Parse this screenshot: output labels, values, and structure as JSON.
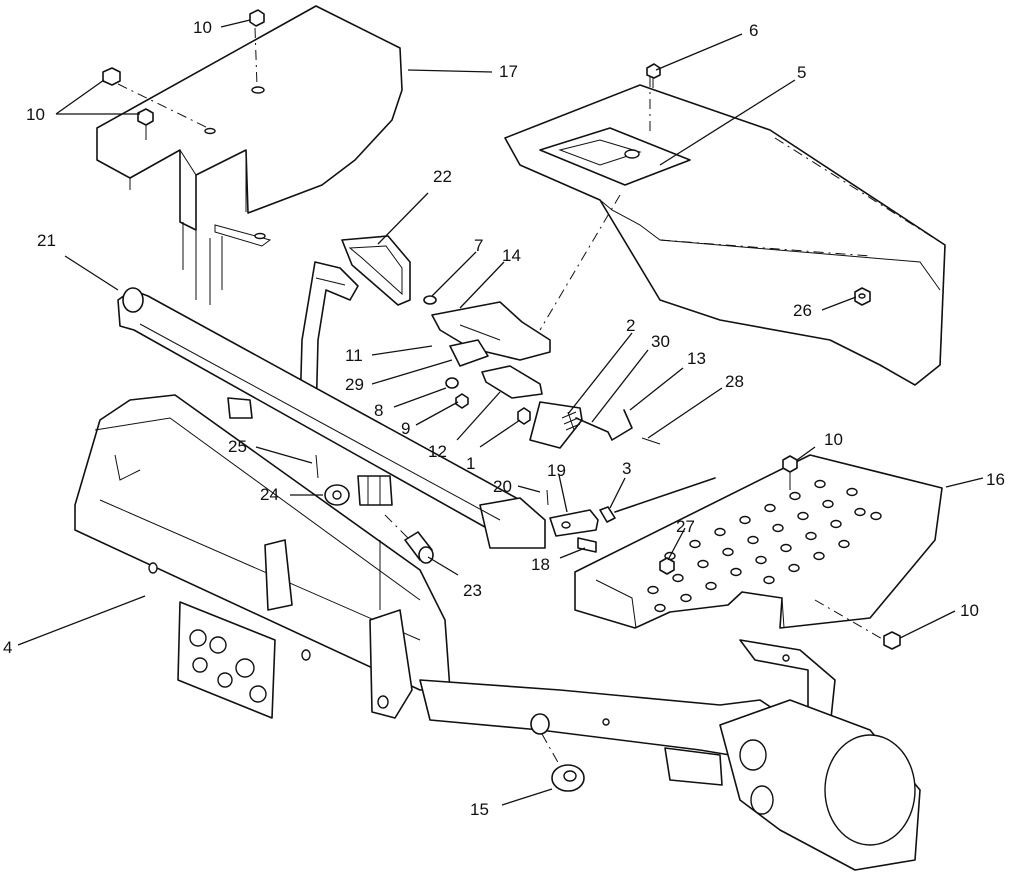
{
  "callouts": [
    {
      "id": "c10a",
      "text": "10"
    },
    {
      "id": "c17",
      "text": "17"
    },
    {
      "id": "c10b",
      "text": "10"
    },
    {
      "id": "c6",
      "text": "6"
    },
    {
      "id": "c5",
      "text": "5"
    },
    {
      "id": "c22",
      "text": "22"
    },
    {
      "id": "c21",
      "text": "21"
    },
    {
      "id": "c7",
      "text": "7"
    },
    {
      "id": "c14",
      "text": "14"
    },
    {
      "id": "c2",
      "text": "2"
    },
    {
      "id": "c30",
      "text": "30"
    },
    {
      "id": "c13",
      "text": "13"
    },
    {
      "id": "c26",
      "text": "26"
    },
    {
      "id": "c11",
      "text": "11"
    },
    {
      "id": "c29",
      "text": "29"
    },
    {
      "id": "c28",
      "text": "28"
    },
    {
      "id": "c8",
      "text": "8"
    },
    {
      "id": "c9",
      "text": "9"
    },
    {
      "id": "c12",
      "text": "12"
    },
    {
      "id": "c1",
      "text": "1"
    },
    {
      "id": "c25",
      "text": "25"
    },
    {
      "id": "c10c",
      "text": "10"
    },
    {
      "id": "c16",
      "text": "16"
    },
    {
      "id": "c19",
      "text": "19"
    },
    {
      "id": "c3",
      "text": "3"
    },
    {
      "id": "c24",
      "text": "24"
    },
    {
      "id": "c20",
      "text": "20"
    },
    {
      "id": "c27",
      "text": "27"
    },
    {
      "id": "c18",
      "text": "18"
    },
    {
      "id": "c23",
      "text": "23"
    },
    {
      "id": "c4",
      "text": "4"
    },
    {
      "id": "c10d",
      "text": "10"
    },
    {
      "id": "c15",
      "text": "15"
    }
  ]
}
